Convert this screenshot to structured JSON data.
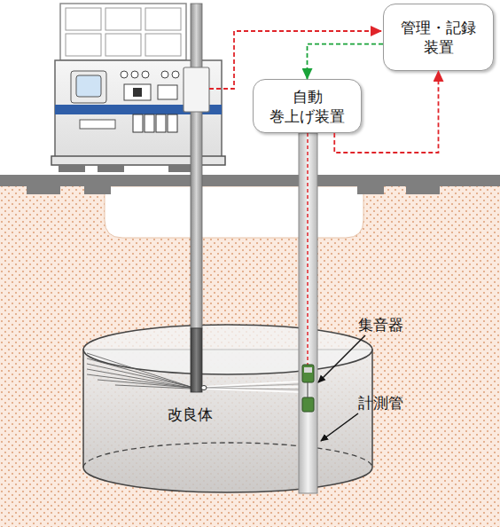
{
  "diagram": {
    "nodes": [
      {
        "text": [
          "管理・記録 装置"
        ]
      },
      {
        "text": [
          "自動 巻上げ装置"
        ]
      },
      {
        "text": [
          "改良体"
        ]
      }
    ],
    "edges": [
      {
        "from": 0,
        "to": 1,
        "arrow": "to"
      },
      {
        "from": 1,
        "to": 0,
        "arrow": "to"
      }
    ],
    "labels": [
      "集音器",
      "計測管"
    ]
  }
}
